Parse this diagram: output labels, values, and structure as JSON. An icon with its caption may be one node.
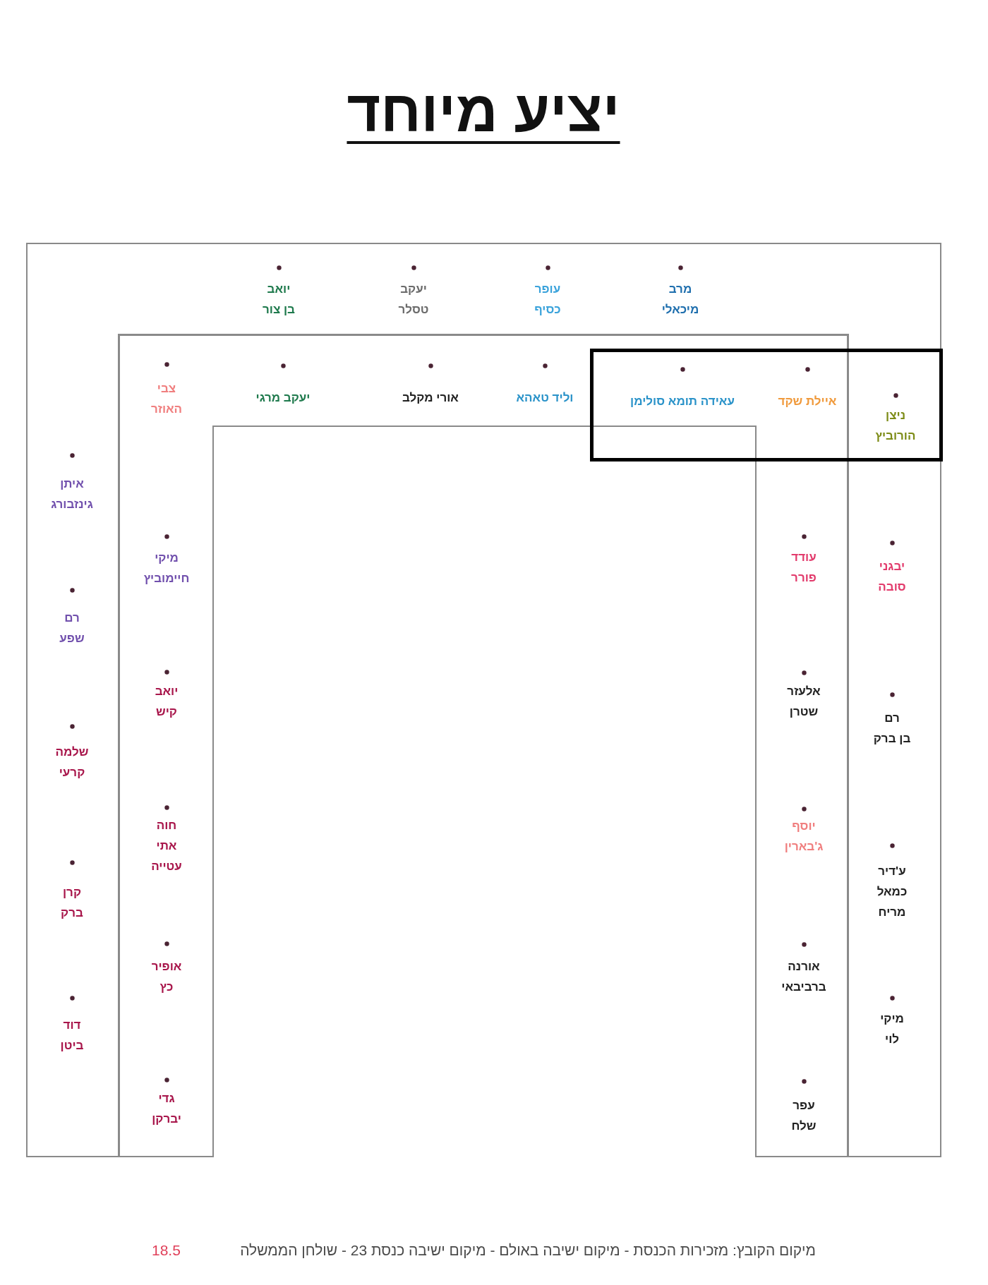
{
  "diagram": {
    "title": "יציע מיוחד",
    "nodes": [
      {
        "text": [
          "מרב מיכאלי",
          "עופר כסיף",
          "יעקב טסלר",
          "יואב בן צור",
          "יבגני סובה",
          "רם בן ברק",
          "ע'דיר כמאל מריח",
          "מיקי לוי",
          "איתן גינזבורג",
          "רם שפע",
          "שלמה קרעי",
          "קרן ברק",
          "דוד ביטן"
        ]
      },
      {
        "text": [
          "וליד טאהא",
          "אורי מקלב",
          "יעקב מרגי",
          "צבי האוזר",
          "עודד פורר",
          "אלעזר שטרן",
          "יוסף ג'בארין",
          "אורנה ברביבאי",
          "עפר שלח",
          "מיקי חיימוביץ",
          "יואב קיש",
          "חוה אתי עטייה",
          "אופיר כץ",
          "גדי יברקן"
        ]
      },
      {
        "text": [
          "ניצן הורוביץ",
          "איילת שקד",
          "עאידה תומא סולימן"
        ]
      }
    ],
    "labels": [
      "מיקום הקובץ: מזכירות הכנסת - מיקום ישיבה באולם - מיקום ישיבה כנסת 23 - שולחן הממשלה",
      "18.5"
    ]
  }
}
